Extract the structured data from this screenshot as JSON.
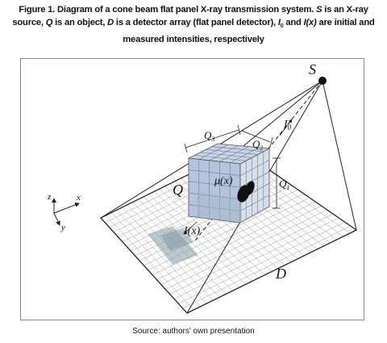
{
  "caption": {
    "p1": "Figure 1. Diagram of a cone beam flat panel X-ray transmission system. ",
    "S": "S",
    "p2": " is an X-ray source, ",
    "Q": "Q",
    "p3": " is an object, ",
    "D": "D",
    "p4": " is a detector array (flat panel detector), ",
    "I0a": "I",
    "I0b": "0",
    "p5": " and ",
    "Ix": "I(x)",
    "p6": " are initial and measured intensities, respectively"
  },
  "labels": {
    "S": "S",
    "Q": "Q",
    "D": "D",
    "I0": "I",
    "I0_sub": "0",
    "Ix": "I(x)",
    "mu": "μ(x)",
    "Q1": "Q",
    "Q1_sub": "1",
    "Q2": "Q",
    "Q2_sub": "2",
    "Q3": "Q",
    "Q3_sub": "3",
    "axis_x": "x",
    "axis_y": "y",
    "axis_z": "z"
  },
  "source": "Source: authors' own presentation"
}
